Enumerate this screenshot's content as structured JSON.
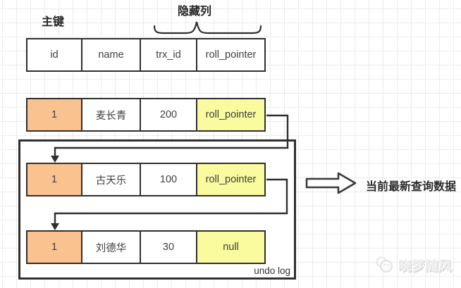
{
  "labels": {
    "primary_key": "主键",
    "hidden_columns": "隐藏列",
    "undo_log": "undo log",
    "current_query": "当前最新查询数据"
  },
  "table": {
    "header": [
      "id",
      "name",
      "trx_id",
      "roll_pointer"
    ],
    "current_row": [
      "1",
      "麦长青",
      "200",
      "roll_pointer"
    ],
    "undo_rows": [
      [
        "1",
        "古天乐",
        "100",
        "roll_pointer"
      ],
      [
        "1",
        "刘德华",
        "30",
        "null"
      ]
    ]
  },
  "colors": {
    "id_cell": "#f9c28e",
    "pointer_cell": "#fafa9e",
    "line": "#2f2f2f",
    "grid": "#ececec"
  },
  "watermark": "晓梦随风"
}
